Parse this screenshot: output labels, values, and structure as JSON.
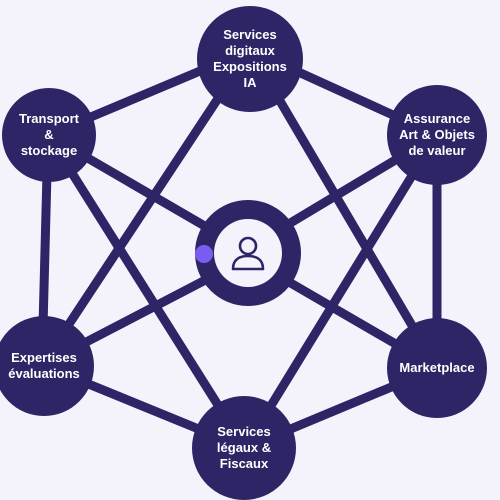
{
  "diagram": {
    "colors": {
      "background": "#f4f3fb",
      "node": "#2d2566",
      "link": "#2d2566",
      "accent": "#7b5cf0"
    },
    "hub": {
      "icon": "user-icon"
    },
    "nodes": [
      {
        "id": "top",
        "label": "Services\ndigitaux\nExpositions\nIA"
      },
      {
        "id": "upper-left",
        "label": "Transport\n&\nstockage"
      },
      {
        "id": "upper-right",
        "label": "Assurance\nArt & Objets\nde valeur"
      },
      {
        "id": "lower-left",
        "label": "Expertises\névaluations"
      },
      {
        "id": "lower-right",
        "label": "Marketplace"
      },
      {
        "id": "bottom",
        "label": "Services\nlégaux &\nFiscaux"
      }
    ]
  }
}
